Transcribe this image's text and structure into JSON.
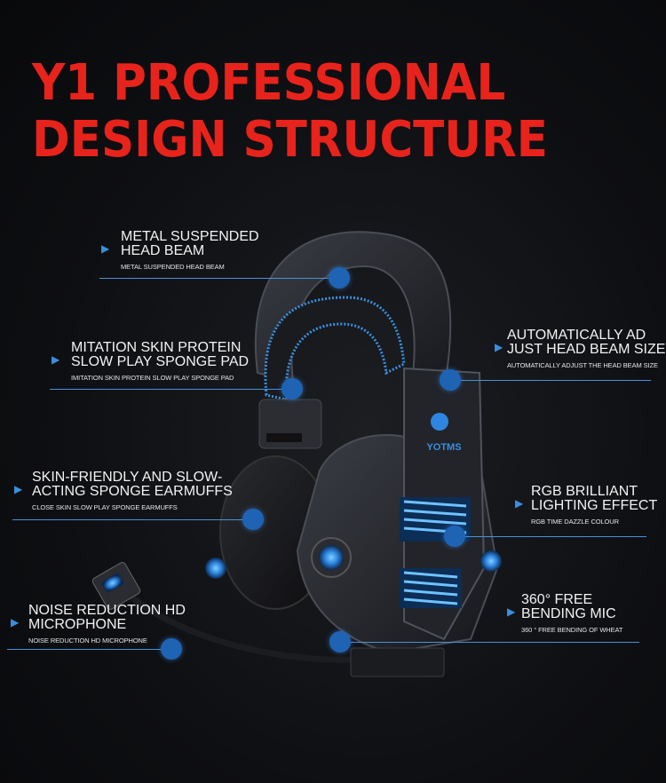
{
  "title": {
    "line1": "Y1 PROFESSIONAL",
    "line2": "DESIGN STRUCTURE"
  },
  "brand": {
    "logo_text": "YOTMS"
  },
  "callouts": [
    {
      "line1": "METAL SUSPENDED",
      "line2": "HEAD BEAM",
      "sub": "METAL SUSPENDED HEAD BEAM"
    },
    {
      "line1": "MITATION SKIN PROTEIN",
      "line2": "SLOW PLAY SPONGE PAD",
      "sub": "IMITATION SKIN PROTEIN SLOW PLAY SPONGE PAD"
    },
    {
      "line1": "SKIN-FRIENDLY AND SLOW-",
      "line2": "ACTING SPONGE EARMUFFS",
      "sub": "CLOSE SKIN SLOW PLAY SPONGE EARMUFFS"
    },
    {
      "line1": "NOISE REDUCTION HD",
      "line2": "MICROPHONE",
      "sub": "NOISE REDUCTION HD MICROPHONE"
    },
    {
      "line1": "AUTOMATICALLY AD",
      "line2": "JUST HEAD BEAM SIZE",
      "sub": "AUTOMATICALLY ADJUST THE HEAD BEAM SIZE"
    },
    {
      "line1": "RGB BRILLIANT",
      "line2": "LIGHTING EFFECT",
      "sub": "RGB TIME DAZZLE COLOUR"
    },
    {
      "line1": "360° FREE",
      "line2": "BENDING MIC",
      "sub": "360 ° FREE BENDING OF WHEAT"
    }
  ],
  "colors": {
    "title_red": "#e8231c",
    "accent_blue": "#3a8fe0",
    "marker_blue": "#1f63b5",
    "background": "#0e0f12"
  },
  "icons": {
    "arrow": "triangle-right-icon",
    "marker": "blue-dot-marker"
  }
}
